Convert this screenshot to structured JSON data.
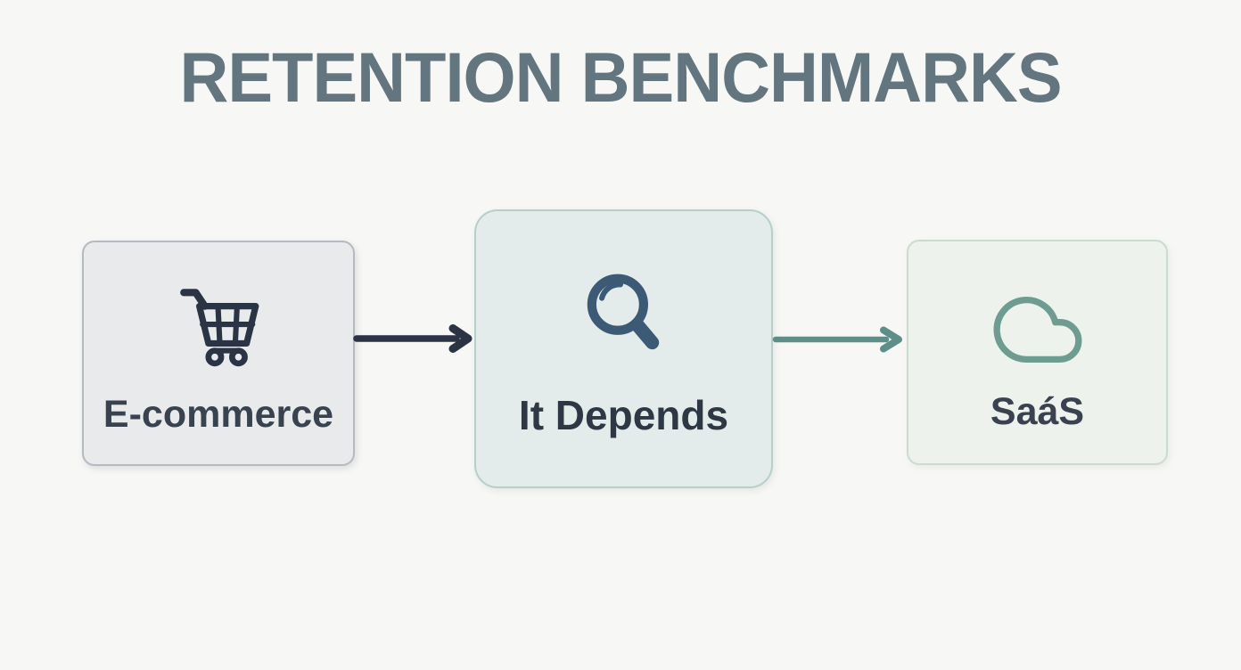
{
  "page": {
    "title": "RETENTION BENCHMARKS",
    "background_color": "#f7f8f6",
    "title_color": "#63757e"
  },
  "diagram": {
    "nodes": [
      {
        "id": "ecommerce",
        "label": "E-commerce",
        "icon": "shopping-cart-icon",
        "bg_color": "#e8eaec",
        "border_color": "#b5bac1",
        "icon_color": "#2b3444",
        "label_color": "#39424f"
      },
      {
        "id": "it-depends",
        "label": "It Depends",
        "icon": "magnifying-glass-icon",
        "bg_color": "#e3ecea",
        "border_color": "#b6cfc8",
        "icon_color": "#3c5a75",
        "label_color": "#2e3845"
      },
      {
        "id": "saas",
        "label": "SaáS",
        "icon": "cloud-icon",
        "bg_color": "#edf2ed",
        "border_color": "#cbdccf",
        "icon_color": "#6e9c91",
        "label_color": "#3a4250"
      }
    ],
    "connectors": [
      {
        "from": "ecommerce",
        "to": "it-depends",
        "direction": "right",
        "color": "#2b3444"
      },
      {
        "from": "it-depends",
        "to": "saas",
        "direction": "right",
        "color": "#5d8e88"
      }
    ]
  }
}
